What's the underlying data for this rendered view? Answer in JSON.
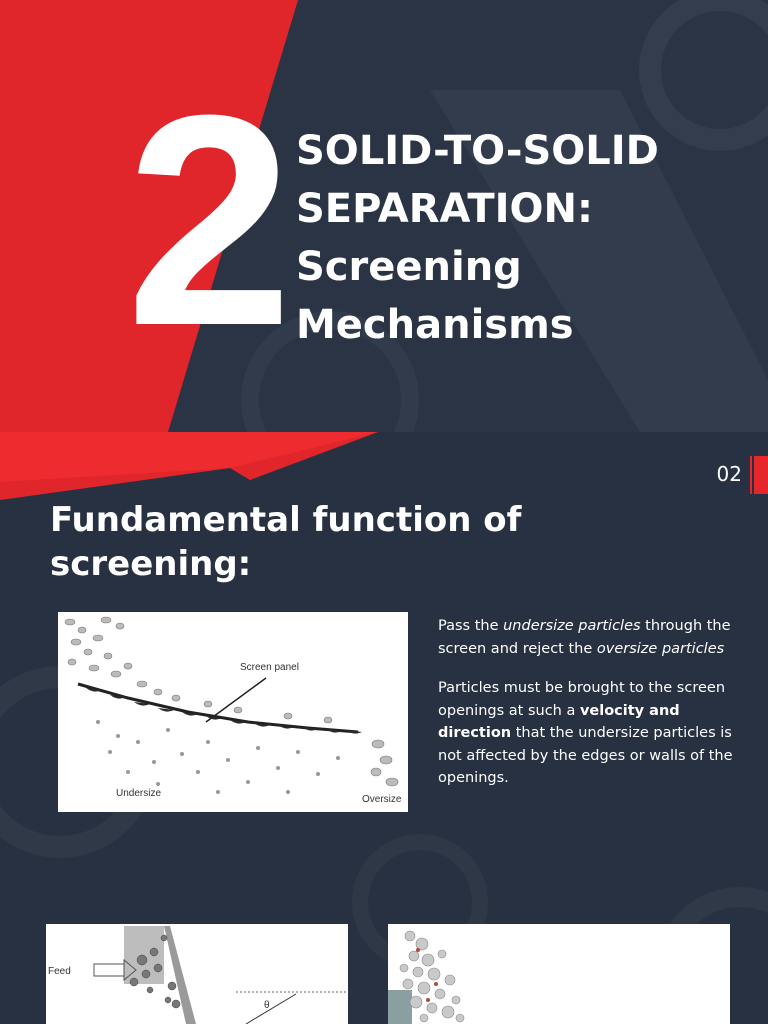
{
  "slide1": {
    "number": "2",
    "title_lines": [
      "SOLID-TO-SOLID",
      "SEPARATION:",
      "Screening",
      "Mechanisms"
    ],
    "colors": {
      "red": "#e0262b",
      "navy": "#2b3444"
    }
  },
  "slide2": {
    "page_number": "02",
    "heading_lines": [
      "Fundamental function of",
      "screening:"
    ],
    "figure1": {
      "labels": {
        "screen_panel": "Screen panel",
        "undersize": "Undersize",
        "oversize": "Oversize"
      }
    },
    "paragraph1": {
      "p1": "Pass the ",
      "p1_em1": "undersize particles",
      "p1_mid": " through the screen and reject the ",
      "p1_em2": "oversize particles"
    },
    "paragraph2": {
      "p2_start": "Particles must be brought to the screen openings at such a ",
      "p2_bold": "velocity and direction",
      "p2_end": " that the undersize particles is not affected by the edges or walls of the openings."
    },
    "figure2": {
      "feed_label": "Feed",
      "angle_label": "θ"
    }
  }
}
